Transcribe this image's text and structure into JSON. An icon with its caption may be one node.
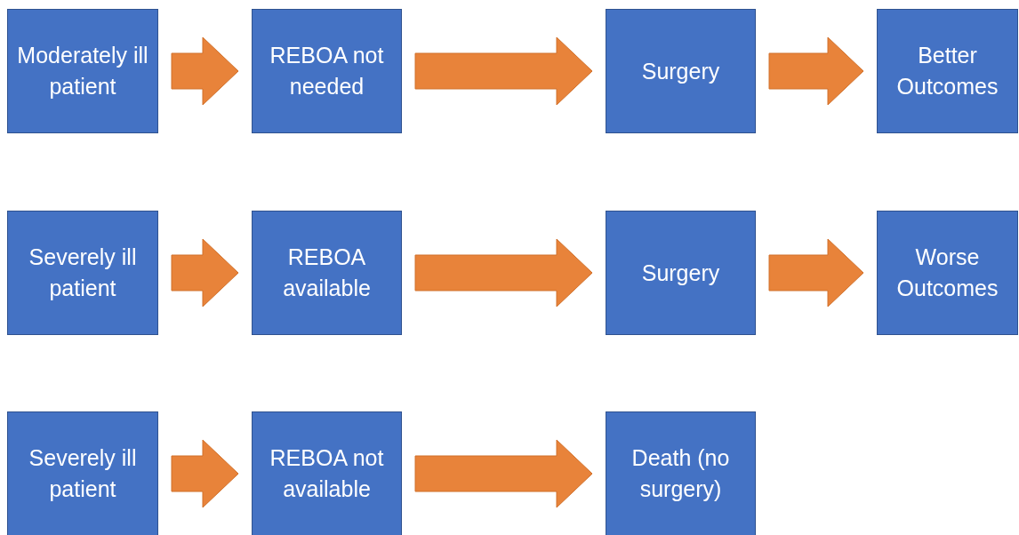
{
  "diagram": {
    "nodes": [
      {
        "text": [
          "Moderately ill patient"
        ]
      },
      {
        "text": [
          "REBOA not needed"
        ]
      },
      {
        "text": [
          "Surgery"
        ]
      },
      {
        "text": [
          "Better Outcomes"
        ]
      },
      {
        "text": [
          "Severely ill patient"
        ]
      },
      {
        "text": [
          "REBOA available"
        ]
      },
      {
        "text": [
          "Surgery"
        ]
      },
      {
        "text": [
          "Worse Outcomes"
        ]
      },
      {
        "text": [
          "Severely ill patient"
        ]
      },
      {
        "text": [
          "REBOA not available"
        ]
      },
      {
        "text": [
          "Death (no surgery)"
        ]
      }
    ],
    "edges": [
      {
        "from": 0,
        "to": 1,
        "arrow": "to"
      },
      {
        "from": 1,
        "to": 2,
        "arrow": "to"
      },
      {
        "from": 2,
        "to": 3,
        "arrow": "to"
      },
      {
        "from": 4,
        "to": 5,
        "arrow": "to"
      },
      {
        "from": 5,
        "to": 6,
        "arrow": "to"
      },
      {
        "from": 6,
        "to": 7,
        "arrow": "to"
      },
      {
        "from": 8,
        "to": 9,
        "arrow": "to"
      },
      {
        "from": 9,
        "to": 10,
        "arrow": "to"
      }
    ]
  }
}
